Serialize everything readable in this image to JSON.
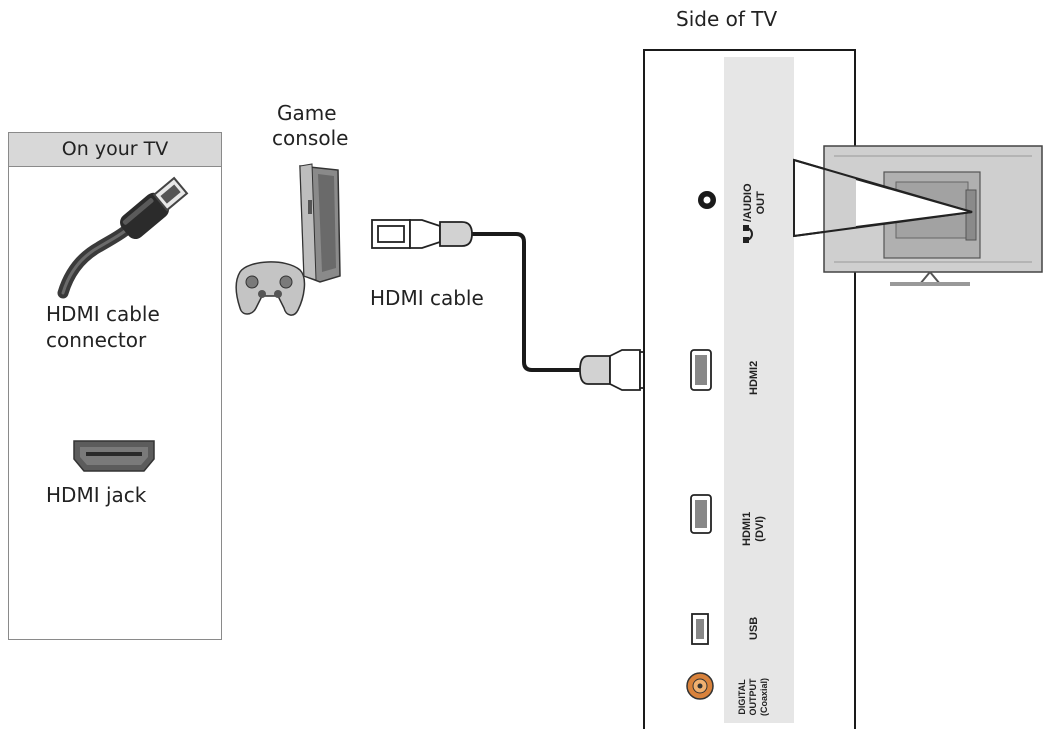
{
  "legend": {
    "header": "On your TV",
    "cable_connector_label_line1": "HDMI cable",
    "cable_connector_label_line2": "connector",
    "jack_label": "HDMI jack"
  },
  "device": {
    "label_line1": "Game",
    "label_line2": "console"
  },
  "cable": {
    "label": "HDMI cable"
  },
  "tv_side": {
    "title": "Side of TV",
    "ports": {
      "audio_out_line1": "/AUDIO",
      "audio_out_line2": "OUT",
      "hdmi2": "HDMI2",
      "hdmi1_line1": "HDMI1",
      "hdmi1_line2": "(DVI)",
      "usb": "USB",
      "digital_line1": "DIGITAL",
      "digital_line2": "OUTPUT",
      "digital_line3": "(Coaxial)"
    }
  },
  "colors": {
    "cable": "#1a1a1a",
    "connector": "#ffffff",
    "panel_border": "#1a1a1a",
    "port_strip": "#e6e6e6",
    "legend_header_bg": "#d8d8d8",
    "coax_jack": "#d9823b"
  }
}
